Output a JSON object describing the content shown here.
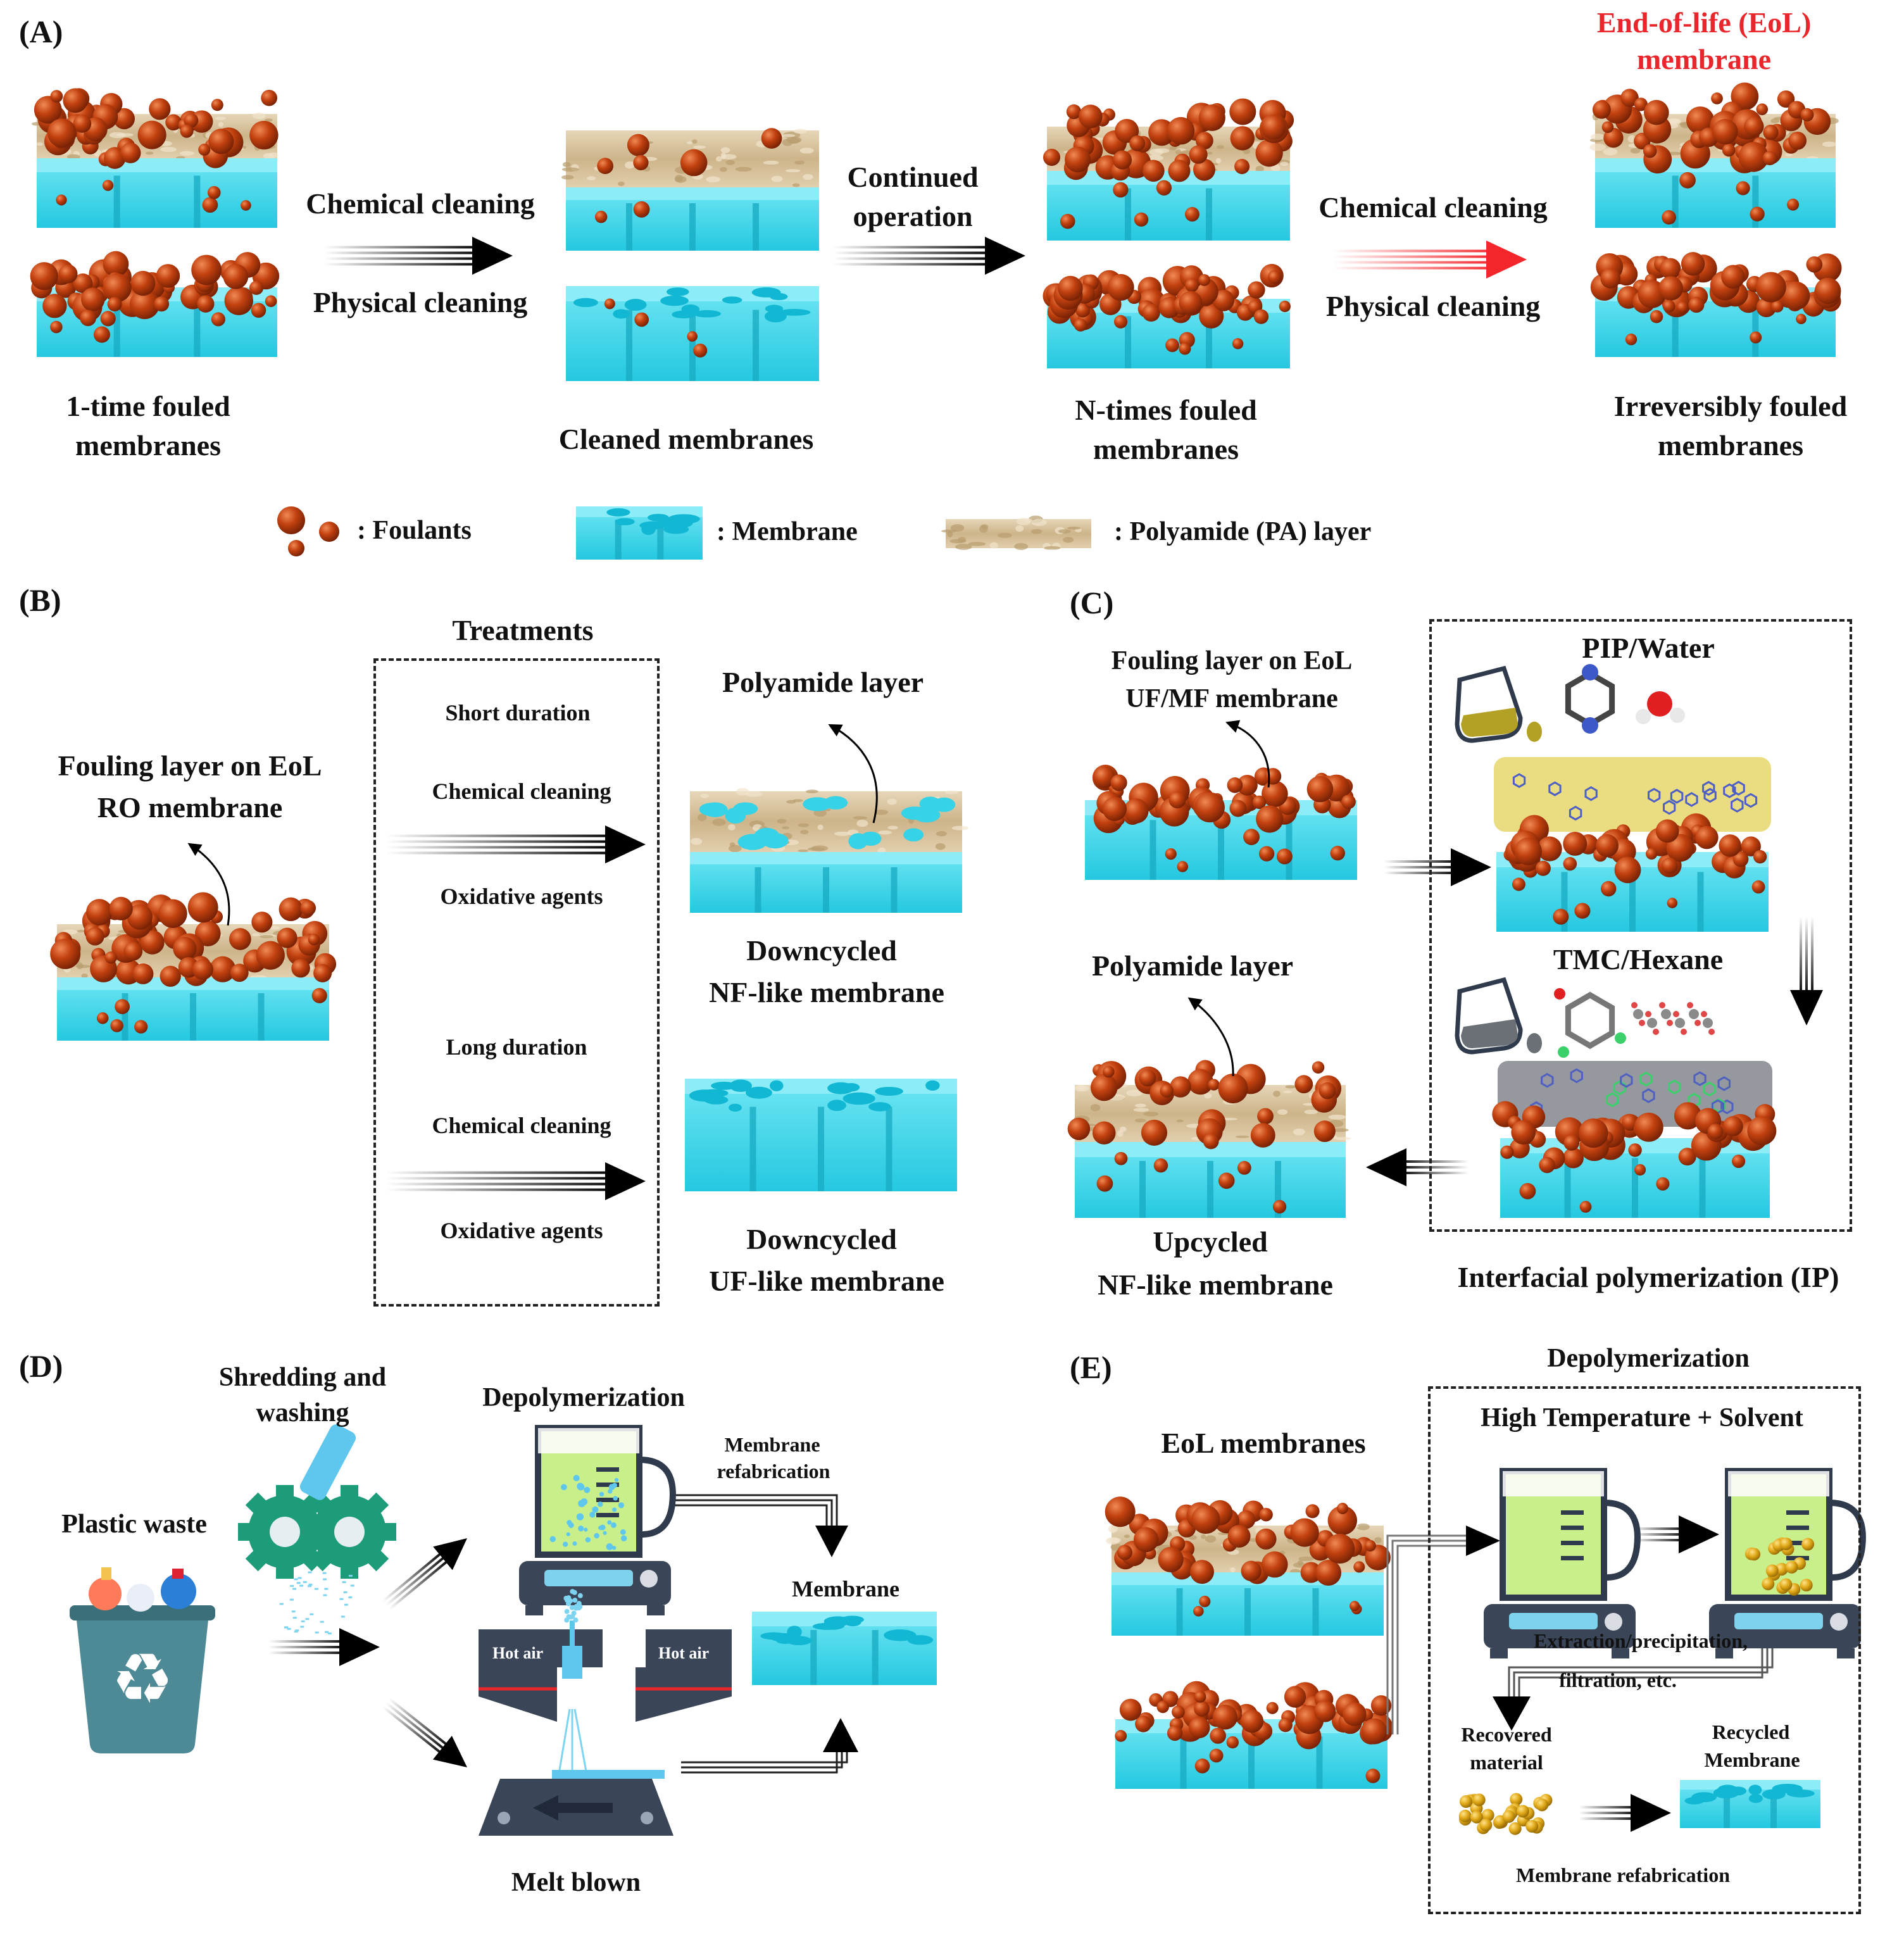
{
  "panels": {
    "a": {
      "label": "(A)",
      "eol_title_line1": "End-of-life (EoL)",
      "eol_title_line2": "membrane",
      "chemical_cleaning_1": "Chemical cleaning",
      "physical_cleaning_1": "Physical cleaning",
      "continued_line1": "Continued",
      "continued_line2": "operation",
      "chemical_cleaning_2": "Chemical cleaning",
      "physical_cleaning_2": "Physical cleaning",
      "one_time_line1": "1-time fouled",
      "one_time_line2": "membranes",
      "cleaned": "Cleaned membranes",
      "n_times_line1": "N-times fouled",
      "n_times_line2": "membranes",
      "irreversible_line1": "Irreversibly fouled",
      "irreversible_line2": "membranes",
      "legend_foulants": ": Foulants",
      "legend_membrane": ": Membrane",
      "legend_pa": ": Polyamide (PA) layer"
    },
    "b": {
      "label": "(B)",
      "treatments": "Treatments",
      "fouling_line1": "Fouling layer on EoL",
      "fouling_line2": "RO membrane",
      "short_duration": "Short duration",
      "chem_clean_1": "Chemical cleaning",
      "oxidative_1": "Oxidative agents",
      "long_duration": "Long duration",
      "chem_clean_2": "Chemical cleaning",
      "oxidative_2": "Oxidative agents",
      "polyamide_layer": "Polyamide layer",
      "down_nf_line1": "Downcycled",
      "down_nf_line2": "NF-like membrane",
      "down_uf_line1": "Downcycled",
      "down_uf_line2": "UF-like membrane"
    },
    "c": {
      "label": "(C)",
      "fouling_line1": "Fouling layer on EoL",
      "fouling_line2": "UF/MF membrane",
      "pip_water": "PIP/Water",
      "tmc_hexane": "TMC/Hexane",
      "polyamide_layer": "Polyamide layer",
      "upcycled_line1": "Upcycled",
      "upcycled_line2": "NF-like membrane",
      "ip": "Interfacial polymerization (IP)"
    },
    "d": {
      "label": "(D)",
      "shredding_line1": "Shredding and",
      "shredding_line2": "washing",
      "depolymerization": "Depolymerization",
      "refab_line1": "Membrane",
      "refab_line2": "refabrication",
      "plastic_waste": "Plastic waste",
      "membrane": "Membrane",
      "hot_air_left": "Hot air",
      "hot_air_right": "Hot air",
      "melt_blown": "Melt blown"
    },
    "e": {
      "label": "(E)",
      "depolymerization": "Depolymerization",
      "high_temp": "High Temperature + Solvent",
      "eol_membranes": "EoL membranes",
      "extraction": "Extraction/precipitation,",
      "filtration": "filtration, etc.",
      "recovered_line1": "Recovered",
      "recovered_line2": "material",
      "recycled_line1": "Recycled",
      "recycled_line2": "Membrane",
      "refabrication": "Membrane refabrication"
    }
  },
  "colors": {
    "foulant": "#b53a0e",
    "membrane": "#2fd0e6",
    "polyamide": "#d8c3a0",
    "accent_red": "#e8262b",
    "bin": "#4d8a96",
    "hot_plate": "#3a4658",
    "liquid": "#c9ef8a",
    "recovered": "#e0a817"
  }
}
